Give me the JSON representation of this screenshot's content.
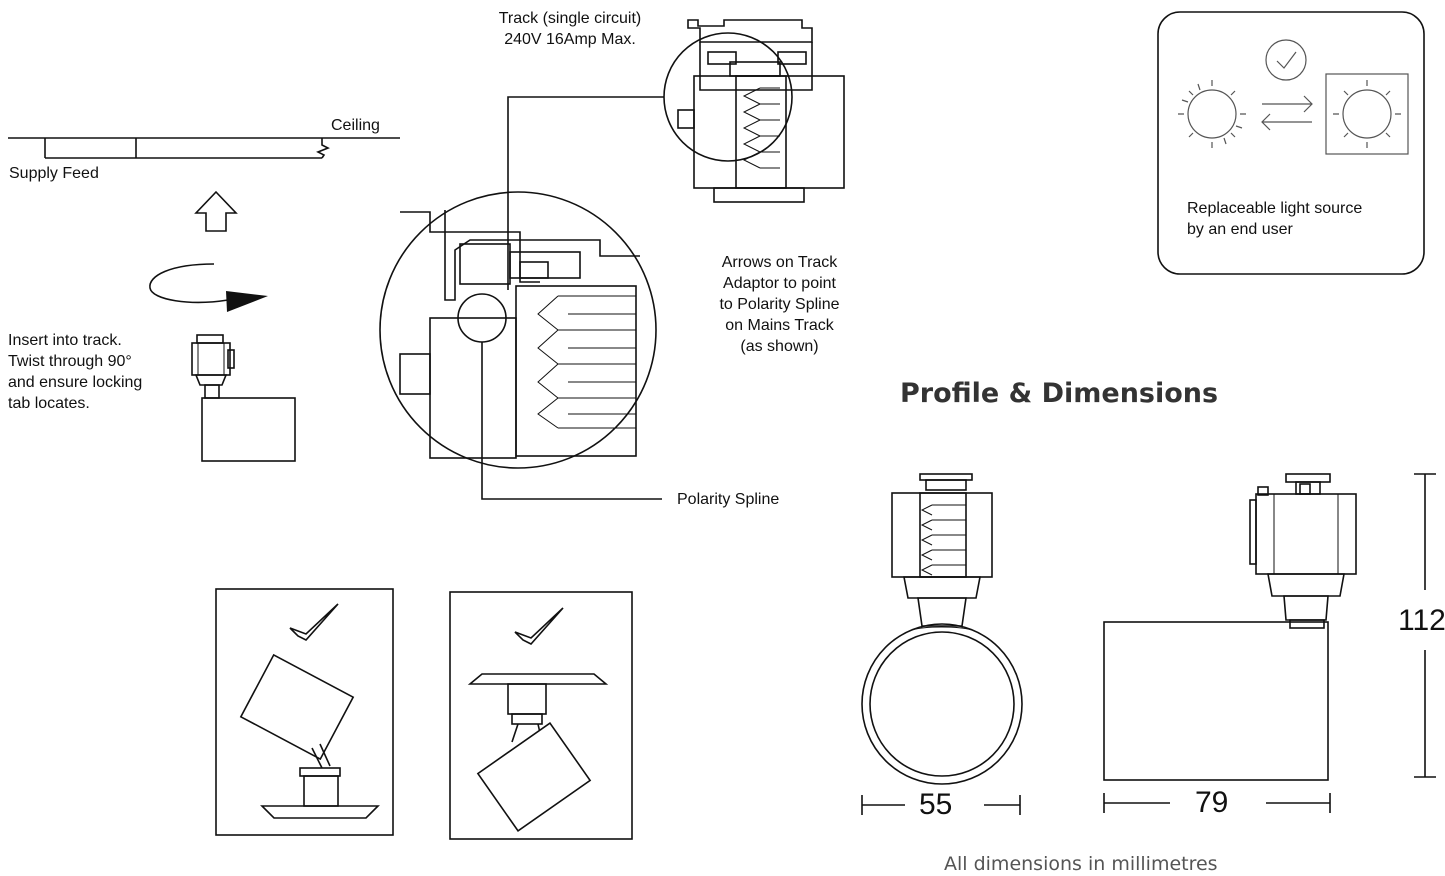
{
  "labels": {
    "track": "Track (single circuit)\n240V 16Amp Max.",
    "ceiling": "Ceiling",
    "supply_feed": "Supply Feed",
    "insert_instructions": "Insert into track.\nTwist through 90°\nand ensure locking\ntab locates.",
    "arrows_note": "Arrows on Track\nAdaptor to point\nto Polarity Spline\non Mains Track\n(as shown)",
    "polarity_spline": "Polarity Spline",
    "replaceable": "Replaceable light source\nby an end user",
    "profile_title": "Profile & Dimensions",
    "dim_width_front": "55",
    "dim_width_side": "79",
    "dim_height": "112",
    "units_note": "All dimensions in millimetres"
  },
  "icons": [
    "up-arrow-icon",
    "rotate-arrow-icon",
    "check-icon",
    "light-bulb-icon",
    "swap-arrows-icon"
  ]
}
